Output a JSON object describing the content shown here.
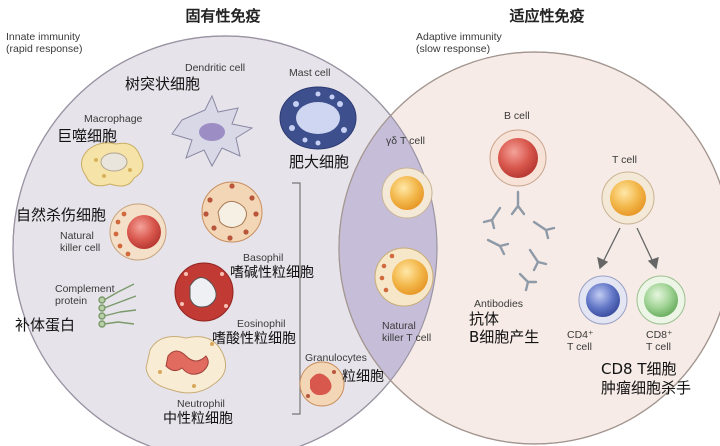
{
  "innate": {
    "title_zh": "固有性免疫",
    "subtitle_en_line1": "Innate immunity",
    "subtitle_en_line2": "(rapid response)"
  },
  "adaptive": {
    "title_zh": "适应性免疫",
    "subtitle_en_line1": "Adaptive immunity",
    "subtitle_en_line2": "(slow response)"
  },
  "cells": {
    "dendritic": {
      "en": "Dendritic cell",
      "zh": "树突状细胞"
    },
    "mast": {
      "en": "Mast cell",
      "zh": "肥大细胞"
    },
    "macrophage": {
      "en": "Macrophage",
      "zh": "巨噬细胞"
    },
    "nk": {
      "en_line1": "Natural",
      "en_line2": "killer cell",
      "zh": "自然杀伤细胞"
    },
    "complement": {
      "en_line1": "Complement",
      "en_line2": "protein",
      "zh": "补体蛋白"
    },
    "basophil": {
      "en": "Basophil",
      "zh": "嗜碱性粒细胞"
    },
    "eosinophil": {
      "en": "Eosinophil",
      "zh": "嗜酸性粒细胞"
    },
    "neutrophil": {
      "en": "Neutrophil",
      "zh": "中性粒细胞"
    },
    "granulocytes": {
      "en": "Granulocytes",
      "zh": "粒细胞"
    },
    "gd_t": {
      "en": "γδ T cell"
    },
    "nkt": {
      "en_line1": "Natural",
      "en_line2": "killer T cell"
    },
    "b_cell": {
      "en": "B cell"
    },
    "antibodies": {
      "en": "Antibodies",
      "zh_line1": "抗体",
      "zh_line2": "B细胞产生"
    },
    "t_cell": {
      "en": "T cell"
    },
    "cd4": {
      "en_line1": "CD4⁺",
      "en_line2": "T cell"
    },
    "cd8": {
      "en_line1": "CD8⁺",
      "en_line2": "T cell",
      "zh_line1": "CD8 T细胞",
      "zh_line2": "肿瘤细胞杀手"
    }
  },
  "colors": {
    "innate_circle": "#e6e3ea",
    "adaptive_circle": "#f6ebe6",
    "overlap": "#c9c0da",
    "cell_orange": "#f2b64a",
    "cell_red": "#d9584e",
    "cell_blue": "#5a6fc0",
    "cell_green": "#8fc98a"
  }
}
